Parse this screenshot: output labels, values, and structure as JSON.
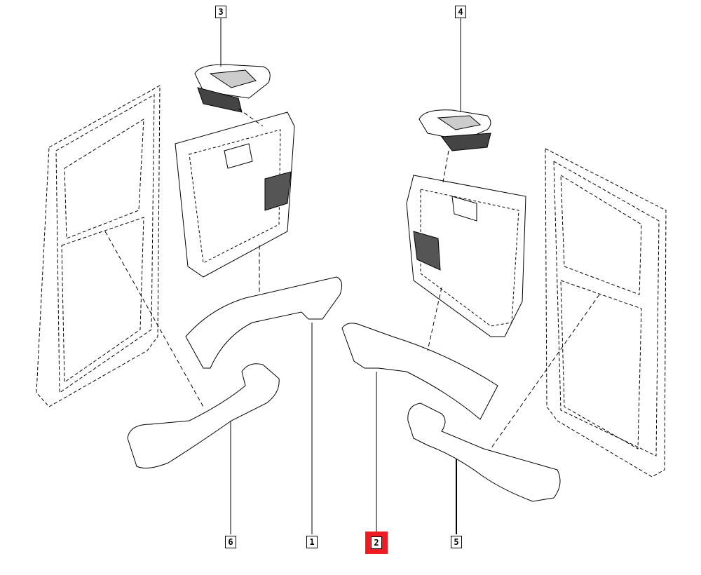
{
  "diagram": {
    "callouts": [
      {
        "id": "3",
        "label": "3"
      },
      {
        "id": "4",
        "label": "4"
      },
      {
        "id": "6",
        "label": "6"
      },
      {
        "id": "1",
        "label": "1"
      },
      {
        "id": "2",
        "label": "2",
        "highlighted": true
      },
      {
        "id": "5",
        "label": "5"
      }
    ],
    "highlight_color": "#ee1c25"
  }
}
